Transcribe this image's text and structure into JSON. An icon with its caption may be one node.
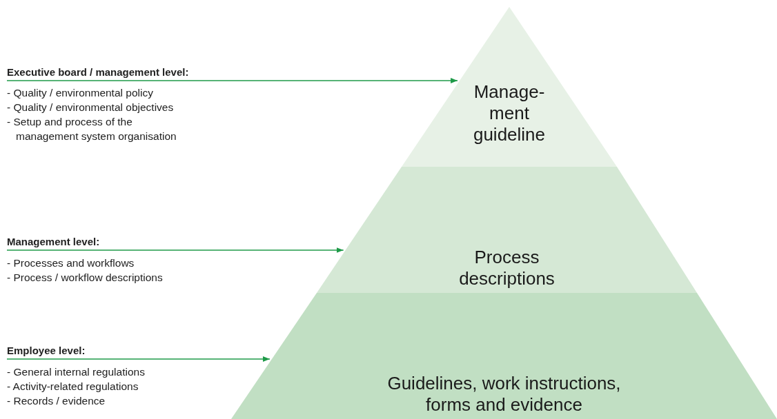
{
  "diagram": {
    "nodes": [
      {
        "text": [
          "Executive board / management level:"
        ],
        "beside": [
          "- Quality / environmental policy",
          "- Quality / environmental objectives",
          "- Setup and process of the management system organisation"
        ]
      },
      {
        "text": [
          "Manage- ment guideline"
        ]
      },
      {
        "text": [
          "Management level:"
        ],
        "beside": [
          "- Processes and workflows",
          "- Process / workflow descriptions"
        ]
      },
      {
        "text": [
          "Process descriptions"
        ]
      },
      {
        "text": [
          "Employee level:"
        ],
        "beside": [
          "- General internal regulations",
          "- Activity-related regulations",
          "- Records / evidence"
        ]
      },
      {
        "text": [
          "Guidelines, work instructions, forms and evidence"
        ]
      }
    ],
    "edges": [
      {
        "from": 0,
        "to": 1,
        "arrow": "to"
      },
      {
        "from": 2,
        "to": 3,
        "arrow": "to"
      },
      {
        "from": 4,
        "to": 5,
        "arrow": "to"
      }
    ]
  }
}
